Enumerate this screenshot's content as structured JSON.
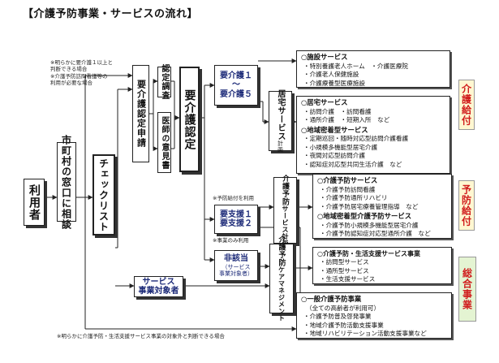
{
  "title": "【介護予防事業・サービスの流れ】",
  "nodes": {
    "riyousha": "利用者",
    "madoguchi": "市町村の窓口に相談",
    "checklist": "チェックリスト",
    "shinsei": "要介護認定申請",
    "chousa": "認定調査",
    "ikensho": "医師の意見書",
    "nintei": "要介護認定",
    "kaigo15": {
      "line1": "要介護１",
      "line2": "～",
      "line3": "要介護５"
    },
    "kyotaku": {
      "line1": "居宅サービス",
      "line2": "計画"
    },
    "shien12": {
      "line1": "要支援１",
      "line2": "要支援２"
    },
    "yobo_plan": {
      "line1": "介護予防",
      "line2": "サービス計画"
    },
    "higaitou": {
      "line1": "非該当",
      "line2": "（サービス",
      "line3": "事業対象者）"
    },
    "taishosha": {
      "line1": "サービス",
      "line2": "事業対象者"
    },
    "caremanage": {
      "line1": "介護予防",
      "line2": "ケアマネジメント"
    }
  },
  "notes": {
    "top_line1": "※明らかに要介護１以上と",
    "top_line2": "判断できる場合",
    "top_line3": "※介護予防訪問看護等の",
    "top_line4": "利用が必要な場合",
    "yobo_kyufu": "※予防給付を利用",
    "jigyo_only": "※事業のみ利用",
    "bottom": "※明らかに介護予防・生活支援サービス事業の対象外と判断できる場合"
  },
  "panels": {
    "shisetsu": {
      "header": "○施設サービス",
      "items": [
        "・特別養護老人ホーム　・介護医療院",
        "・介護老人保健施設",
        "・介護療養型医療施設"
      ]
    },
    "kyotaku": {
      "header": "○居宅サービス",
      "items": [
        "・訪問介護　・訪問看護",
        "・通所介護　・短期入所　など"
      ],
      "sub_header": "○地域密着型サービス",
      "sub_items": [
        "・定期巡回・随時対応型訪問介護看護",
        "・小規模多機能型居宅介護",
        "・夜間対応型訪問介護",
        "・認知症対応型共同生活介護　など"
      ]
    },
    "yobo": {
      "header": "○介護予防サービス",
      "items": [
        "・介護予防訪問看護",
        "・介護予防通所リハビリ",
        "・介護予防居宅療養管理指導　など"
      ],
      "sub_header": "○地域密着型介護予防サービス",
      "sub_items": [
        "・介護予防小規模多機能型居宅介護",
        "・介護予防認知症対応型通所介護　など"
      ]
    },
    "seikatsu": {
      "header": "○介護予防・生活支援サービス事業",
      "items": [
        "・訪問型サービス",
        "・通所型サービス",
        "・生活支援サービス"
      ]
    },
    "ippan": {
      "header": "○一般介護予防事業",
      "intro": "（全ての高齢者が利用可）",
      "items": [
        "・介護予防普及啓発事業",
        "・地域介護予防活動支援事業",
        "・地域リハビリテーション活動支援事業など"
      ]
    }
  },
  "badges": {
    "kaigo_kyufu": "介護給付",
    "yobo_kyufu": "予防給付",
    "sougou": "総合事業"
  },
  "colors": {
    "badge_text": "#d01c1c",
    "kyufu_bg": "#fff7d1",
    "sougou_bg": "#e4f4d2",
    "node_text": "#1c2a78"
  }
}
